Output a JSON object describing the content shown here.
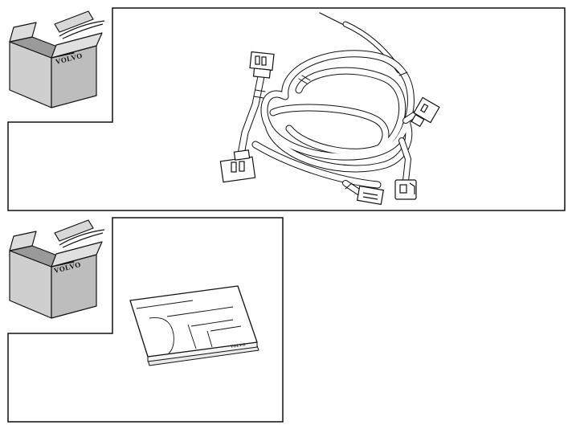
{
  "figure": {
    "panels": [
      {
        "id": "wiring-harness",
        "box_brand": "VOLVO",
        "item": "wiring-harness"
      },
      {
        "id": "instructions",
        "box_brand": "VOLVO",
        "item": "instruction-booklet",
        "booklet_brand": "VOLVO"
      }
    ]
  },
  "colors": {
    "line": "#111111",
    "box_gray": "#cfcfcf",
    "box_gray_dark": "#b9b9b9",
    "paper": "#ffffff",
    "background": "#ffffff"
  }
}
